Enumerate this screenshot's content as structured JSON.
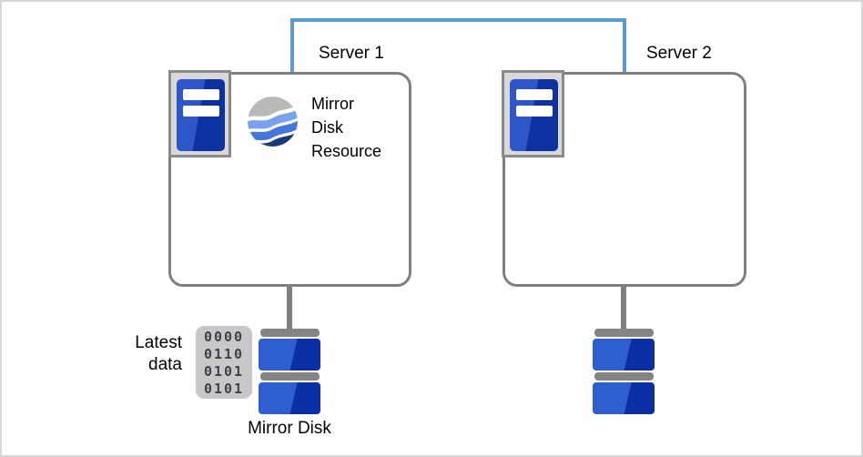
{
  "diagram": {
    "server1_label": "Server 1",
    "server2_label": "Server 2",
    "mirror_resource_label": "Mirror\nDisk\nResource",
    "latest_data_label": "Latest\ndata",
    "mirror_disk_label": "Mirror Disk",
    "binary_rows": [
      "0000",
      "0110",
      "0101",
      "0101"
    ],
    "icons": {
      "server_chip": "server-tower-icon",
      "mirror_resource": "wavy-sphere-icon",
      "disk": "stacked-disk-icon",
      "binary": "binary-data-icon"
    },
    "colors": {
      "interconnect_blue": "#5b9bd5",
      "box_border_gray": "#7f7f7f",
      "disk_blue_light": "#2e5ed0",
      "disk_blue_dark": "#0b2fa5",
      "tower_blue_light": "#2d57c8",
      "tower_blue_dark": "#0d31a1",
      "sphere_gray": "#b9b9b9",
      "sphere_blue_light": "#79a1f0",
      "sphere_blue_mid": "#4476dd",
      "sphere_blue_dark": "#173a7e",
      "binary_bg": "#c8c8c8"
    }
  }
}
